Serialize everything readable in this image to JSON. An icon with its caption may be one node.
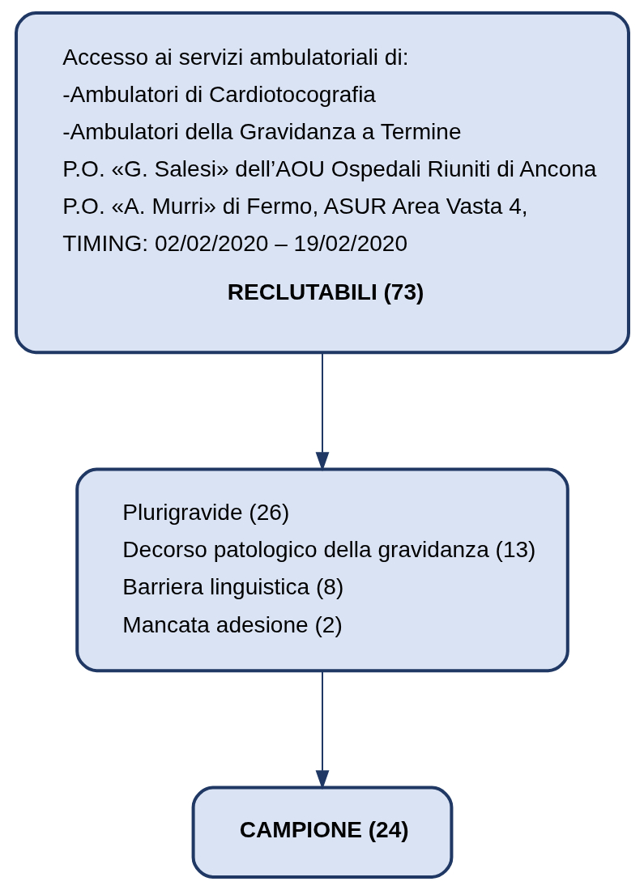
{
  "diagram": {
    "nodes": [
      {
        "text": [
          "Accesso ai servizi ambulatoriali di:",
          "-Ambulatori di Cardiotocografia",
          "-Ambulatori della Gravidanza a Termine",
          "P.O. «G. Salesi» dell’AOU Ospedali Riuniti di Ancona",
          "P.O. «A. Murri» di Fermo, ASUR Area Vasta 4,",
          "TIMING: 02/02/2020 – 19/02/2020",
          "RECLUTABILI (73)"
        ]
      },
      {
        "text": [
          "Plurigravide (26)",
          "Decorso patologico della gravidanza (13)",
          "Barriera linguistica (8)",
          "Mancata adesione (2)"
        ]
      },
      {
        "text": [
          "CAMPIONE (24)"
        ]
      }
    ],
    "edges": [
      {
        "from": 0,
        "to": 1,
        "arrow": "to"
      },
      {
        "from": 1,
        "to": 2,
        "arrow": "to"
      }
    ]
  }
}
